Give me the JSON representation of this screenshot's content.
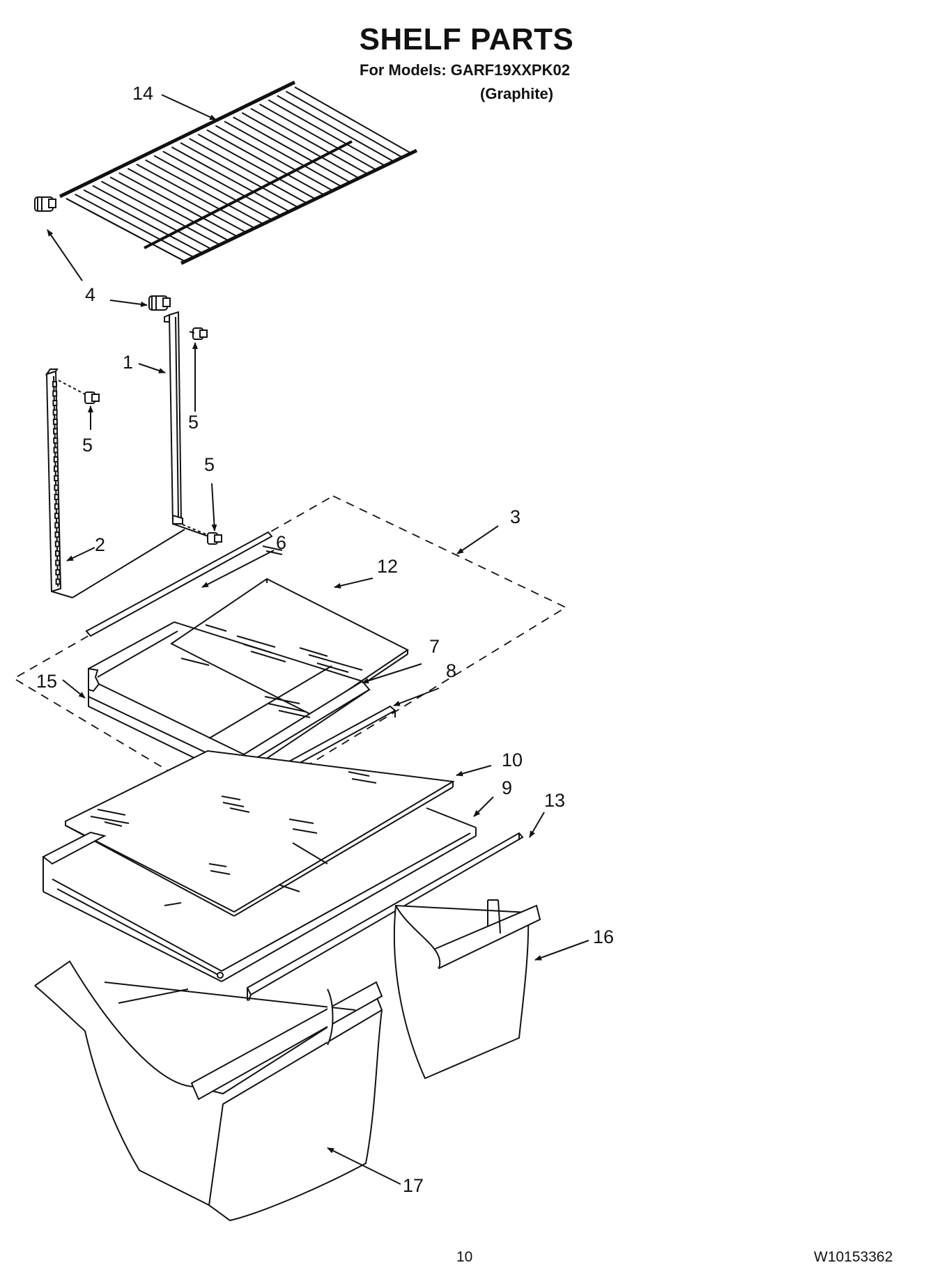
{
  "header": {
    "title": "SHELF PARTS",
    "models": "For Models: GARF19XXPK02",
    "color": "(Graphite)"
  },
  "callouts": [
    {
      "id": "c14",
      "label": "14"
    },
    {
      "id": "c4",
      "label": "4"
    },
    {
      "id": "c1",
      "label": "1"
    },
    {
      "id": "c5a",
      "label": "5"
    },
    {
      "id": "c5b",
      "label": "5"
    },
    {
      "id": "c5c",
      "label": "5"
    },
    {
      "id": "c2",
      "label": "2"
    },
    {
      "id": "c3",
      "label": "3"
    },
    {
      "id": "c6",
      "label": "6"
    },
    {
      "id": "c12",
      "label": "12"
    },
    {
      "id": "c7",
      "label": "7"
    },
    {
      "id": "c8",
      "label": "8"
    },
    {
      "id": "c15",
      "label": "15"
    },
    {
      "id": "c10",
      "label": "10"
    },
    {
      "id": "c9",
      "label": "9"
    },
    {
      "id": "c13",
      "label": "13"
    },
    {
      "id": "c16",
      "label": "16"
    },
    {
      "id": "c17",
      "label": "17"
    }
  ],
  "footer": {
    "page_number": "10",
    "document_number": "W10153362"
  }
}
